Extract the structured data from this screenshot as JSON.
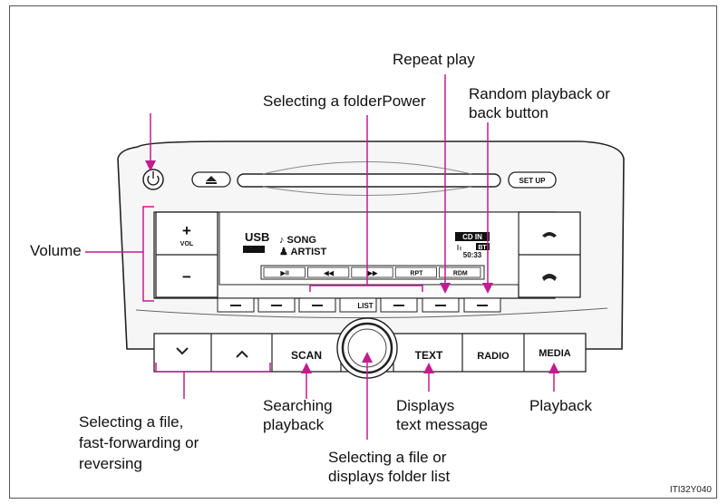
{
  "labels": {
    "repeat_play": "Repeat play",
    "selecting_folder_power": "Selecting a folderPower",
    "random_playback": "Random playback or\nback button",
    "volume": "Volume",
    "selecting_file": "Selecting a file,\nfast-forwarding or\nreversing",
    "searching_playback": "Searching\nplayback",
    "selecting_file_list": "Selecting a file or\ndisplays folder list",
    "displays_text": "Displays\ntext message",
    "playback": "Playback"
  },
  "figure_code": "ITI32Y040",
  "unit": {
    "setup_label": "SET UP",
    "vol_label": "VOL",
    "plus_sign": "+",
    "minus_sign": "−",
    "list_label": "LIST",
    "scan_label": "SCAN",
    "text_label": "TEXT",
    "radio_label": "RADIO",
    "media_label": "MEDIA",
    "display": {
      "source": "USB",
      "song": "♪ SONG",
      "artist": "♟ ARTIST",
      "badge_cd_in": "CD IN",
      "badge_bt": "BT",
      "time": "50:33",
      "keys": [
        "▶II",
        "◀◀",
        "▶▶",
        "RPT",
        "RDM"
      ]
    }
  },
  "colors": {
    "arrow": "#c41b8f",
    "outline": "#222222"
  }
}
